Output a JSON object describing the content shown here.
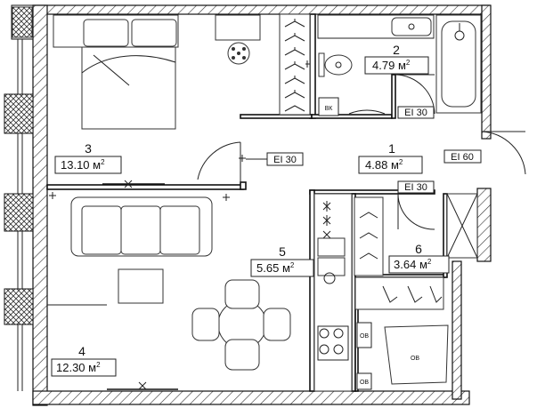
{
  "rooms": [
    {
      "id": "3",
      "number": "3",
      "area": "13.10",
      "unit": "м",
      "unit_sup": "2"
    },
    {
      "id": "2",
      "number": "2",
      "area": "4.79",
      "unit": "м",
      "unit_sup": "2"
    },
    {
      "id": "1",
      "number": "1",
      "area": "4.88",
      "unit": "м",
      "unit_sup": "2"
    },
    {
      "id": "5",
      "number": "5",
      "area": "5.65",
      "unit": "м",
      "unit_sup": "2"
    },
    {
      "id": "6",
      "number": "6",
      "area": "3.64",
      "unit": "м",
      "unit_sup": "2"
    },
    {
      "id": "4",
      "number": "4",
      "area": "12.30",
      "unit": "м",
      "unit_sup": "2"
    }
  ],
  "door_ratings": {
    "bath_door": "EI 30",
    "room_door": "EI 30",
    "entry_door": "EI 60",
    "kitchen_door": "EI 30"
  },
  "fixtures": {
    "vent_label": "ВК",
    "ov_small_1": "ОВ",
    "ov_small_2": "ОВ",
    "ov_large": "ОВ"
  },
  "colors": {
    "line": "#111111",
    "background": "#ffffff",
    "hatch": "#333333"
  }
}
